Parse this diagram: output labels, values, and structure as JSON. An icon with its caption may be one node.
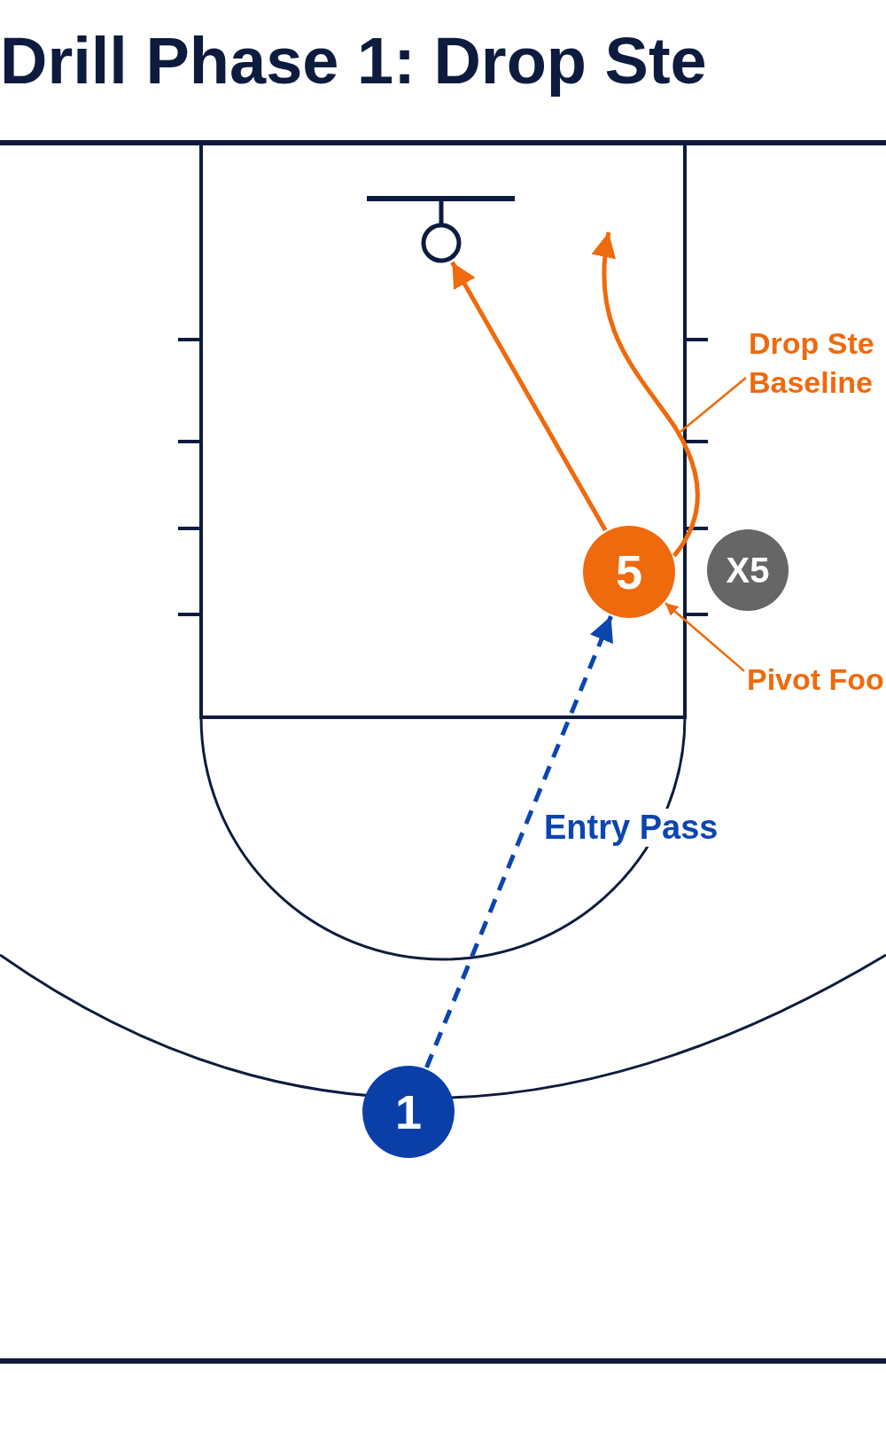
{
  "diagram": {
    "title": "Drill Phase 1: Drop Ste",
    "nodes": [
      {
        "text": [
          "1"
        ]
      },
      {
        "text": [
          "5"
        ]
      },
      {
        "text": [
          "X5"
        ]
      },
      {
        "text": [],
        "shape": "circle"
      },
      {
        "text": [
          "Drop Ste Baseline"
        ]
      },
      {
        "text": [
          "Pivot Foo"
        ]
      }
    ],
    "edges": [
      {
        "from": 0,
        "to": 1,
        "arrow": "to",
        "label": "Entry Pass",
        "style": "dashed",
        "color": "#0b45b0"
      },
      {
        "from": 1,
        "to": 3,
        "arrow": "to"
      },
      {
        "from": 1,
        "to": null,
        "arrow": "to"
      },
      {
        "from": 4,
        "to": null,
        "arrow": "none"
      },
      {
        "from": 5,
        "to": 1,
        "arrow": "to"
      }
    ]
  }
}
